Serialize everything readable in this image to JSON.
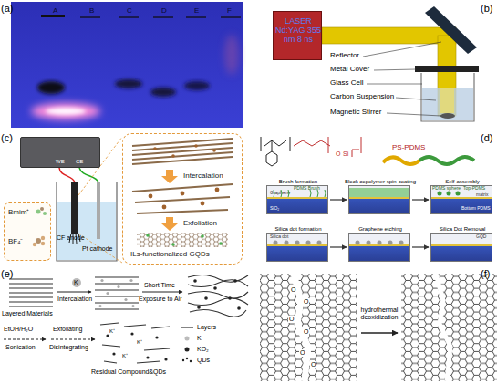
{
  "diagram": {
    "nodes": [
      {
        "text": [
          "LASER Nd:YAG 355 nm 8 ns"
        ]
      },
      {
        "text": [
          "WE",
          "CE"
        ]
      },
      {
        "text": [
          "Bmim⁺",
          "BF₄⁻"
        ]
      },
      {
        "text": [
          "Intercalation",
          "Exfoliation",
          "ILs-functionalized GQDs"
        ]
      },
      {
        "text": [
          "Brush formation"
        ]
      },
      {
        "text": [
          "Block copolymer spin-coating"
        ]
      },
      {
        "text": [
          "Self-assembly"
        ]
      },
      {
        "text": [
          "Silica dot formation"
        ]
      },
      {
        "text": [
          "Graphene etching"
        ]
      },
      {
        "text": [
          "Silica Dot Removal"
        ]
      }
    ],
    "edges": [
      {
        "from": 4,
        "to": 5,
        "arrow": "to"
      },
      {
        "from": 5,
        "to": 6,
        "arrow": "to"
      },
      {
        "from": 7,
        "to": 8,
        "arrow": "to"
      },
      {
        "from": 8,
        "to": 9,
        "arrow": "to"
      }
    ],
    "labels": [
      "(a)",
      "A",
      "B",
      "C",
      "D",
      "E",
      "F",
      "(b)",
      "Reflector",
      "Metal Cover",
      "Glass Cell",
      "Carbon Suspension",
      "Magnetic Stirrer",
      "(c)",
      "CF anode",
      "Pt cathode",
      "(d)",
      "PS-PDMS",
      "O",
      "Si",
      "Graphene",
      "SiO₂",
      "PDMS Brush",
      "PDMS sphere",
      "Top-PDMS",
      "matrix",
      "Bottom PDMS",
      "Silica dot",
      "GQD",
      "(e)",
      "Layered Materials",
      "K",
      "Intercalation",
      "Short Time",
      "Exposure to Air",
      "EtOH/H₂O",
      "Sonication",
      "Exfoliating",
      "Disintegrating",
      "Residual Compound&QDs",
      "K⁺",
      "K⁺",
      "K⁺",
      "(f)",
      "hydrothermal deoxidization",
      "O",
      "O",
      "O",
      "O",
      "O",
      "O"
    ],
    "legend": [
      {
        "text": "Layers"
      },
      {
        "text": "K"
      },
      {
        "text": "KO₂"
      },
      {
        "text": "QDs"
      }
    ]
  }
}
